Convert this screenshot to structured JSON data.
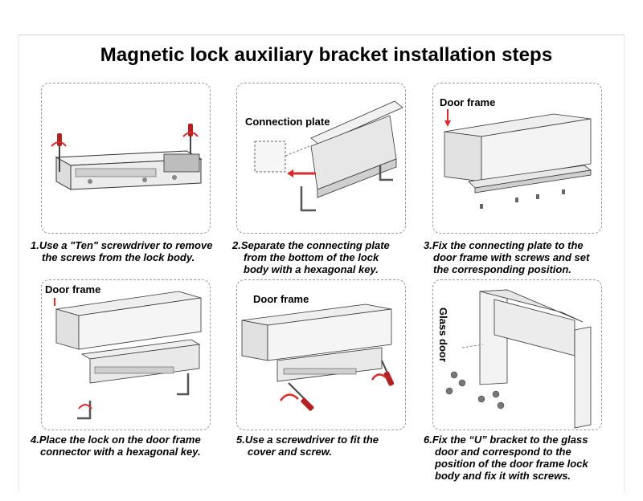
{
  "title": "Magnetic lock auxiliary bracket installation steps",
  "steps": [
    {
      "lines": [
        "1.Use a \"Ten\" screwdriver to remove",
        "the screws from the lock body."
      ]
    },
    {
      "label": "Connection plate",
      "lines": [
        "2.Separate the connecting plate",
        "from the bottom of the lock",
        "body with a hexagonal key."
      ]
    },
    {
      "label": "Door frame",
      "lines": [
        "3.Fix the connecting plate to the",
        "door frame with screws and set",
        "the corresponding position."
      ]
    },
    {
      "label": "Door frame",
      "lines": [
        "4.Place the lock on the door frame",
        "connector with a hexagonal key."
      ]
    },
    {
      "label": "Door frame",
      "lines": [
        "5.Use a screwdriver to fit the",
        "cover and screw."
      ]
    },
    {
      "label": "Glass door",
      "lines": [
        "6.Fix the “U” bracket to the glass",
        "door and correspond to the",
        "position of the door frame lock",
        "body and fix it with screws."
      ]
    }
  ],
  "colors": {
    "arrow": "#d92b2b",
    "line": "#333333",
    "panel_border": "#9a9a9a"
  },
  "icons": [
    "screwdriver-icon",
    "rotate-arrow-icon",
    "hex-key-icon",
    "screw-icon"
  ]
}
